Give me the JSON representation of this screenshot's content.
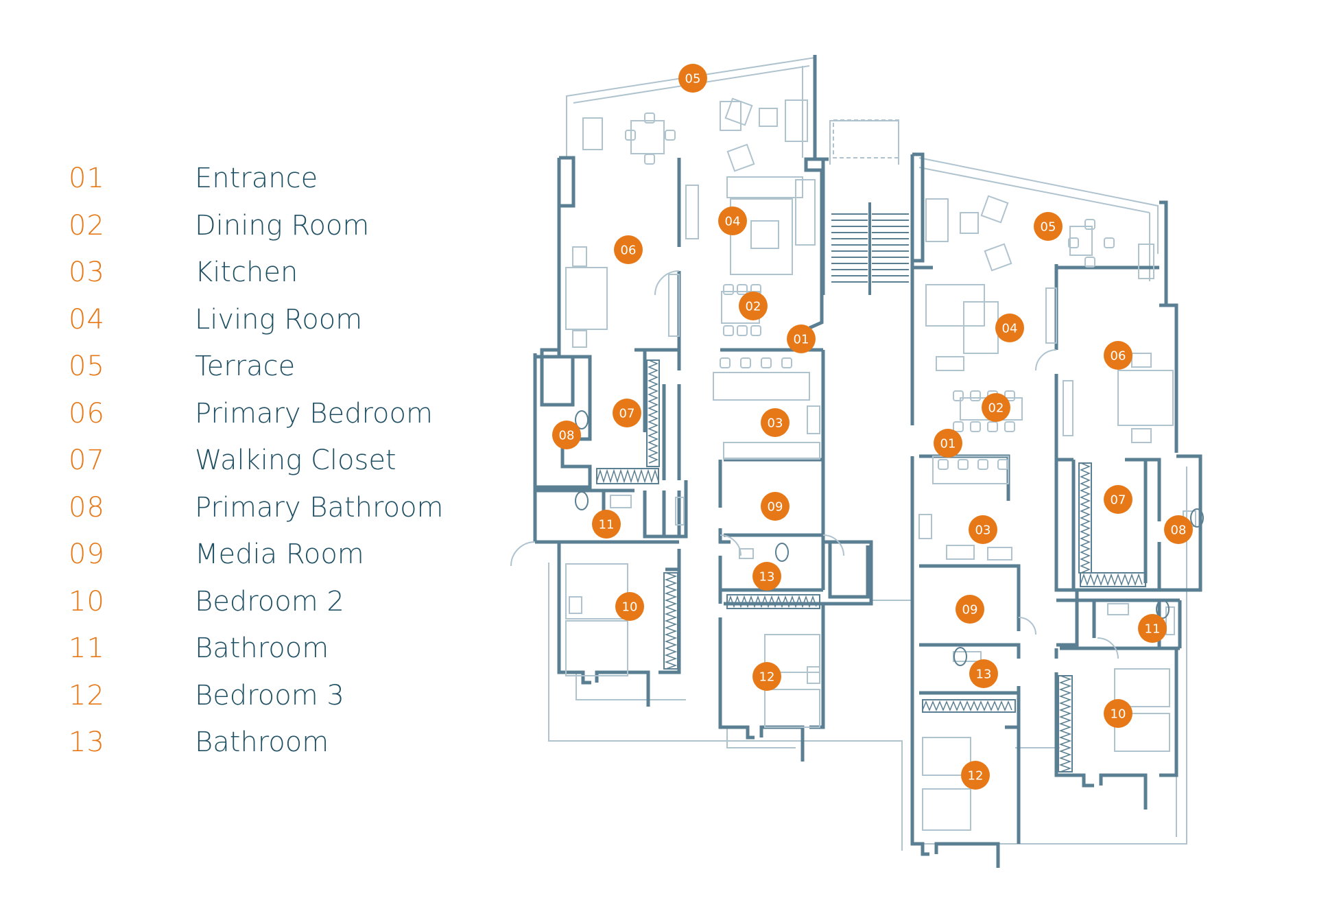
{
  "colors": {
    "accent": "#E67817",
    "label": "#1F4F63",
    "wall": "#5A7F92",
    "thin": "#AFC3CE"
  },
  "legend": [
    {
      "num": "01",
      "label": "Entrance"
    },
    {
      "num": "02",
      "label": "Dining Room"
    },
    {
      "num": "03",
      "label": "Kitchen"
    },
    {
      "num": "04",
      "label": "Living Room"
    },
    {
      "num": "05",
      "label": "Terrace"
    },
    {
      "num": "06",
      "label": "Primary Bedroom"
    },
    {
      "num": "07",
      "label": "Walking Closet"
    },
    {
      "num": "08",
      "label": "Primary Bathroom"
    },
    {
      "num": "09",
      "label": "Media Room"
    },
    {
      "num": "10",
      "label": "Bedroom 2"
    },
    {
      "num": "11",
      "label": "Bathroom"
    },
    {
      "num": "12",
      "label": "Bedroom 3"
    },
    {
      "num": "13",
      "label": "Bathroom"
    }
  ],
  "markers": {
    "left_unit": [
      "05",
      "04",
      "06",
      "02",
      "01",
      "07",
      "08",
      "03",
      "09",
      "11",
      "13",
      "10",
      "12"
    ],
    "right_unit": [
      "05",
      "04",
      "06",
      "02",
      "01",
      "07",
      "08",
      "03",
      "09",
      "11",
      "13",
      "10",
      "12"
    ]
  }
}
